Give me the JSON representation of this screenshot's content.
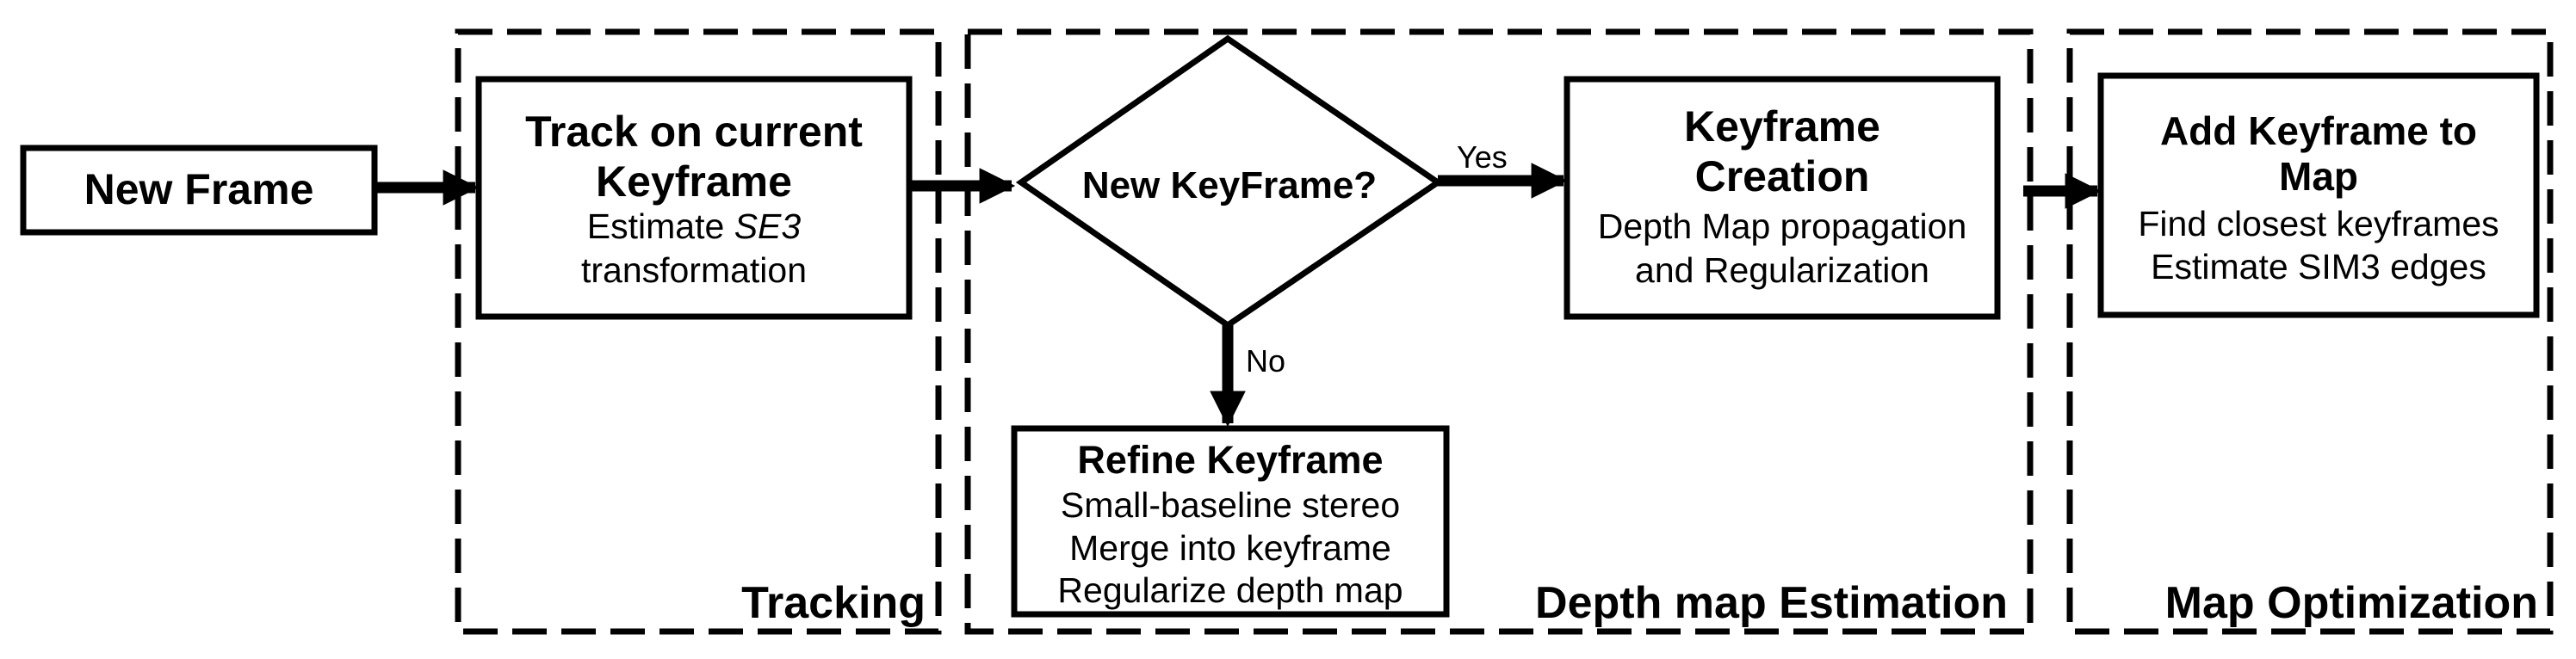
{
  "sections": {
    "tracking": "Tracking",
    "depth": "Depth map Estimation",
    "mapopt": "Map Optimization"
  },
  "nodes": {
    "new_frame": {
      "title": "New Frame"
    },
    "track": {
      "title_line1": "Track on current",
      "title_line2": "Keyframe",
      "line1_prefix": "Estimate ",
      "line1_italic": "SE3",
      "line2": "transformation"
    },
    "decision": {
      "title": "New KeyFrame?"
    },
    "creation": {
      "title_line1": "Keyframe",
      "title_line2": "Creation",
      "line1": "Depth Map propagation",
      "line2": "and Regularization"
    },
    "refine": {
      "title": "Refine Keyframe",
      "line1": "Small-baseline stereo",
      "line2": "Merge into keyframe",
      "line3": "Regularize depth map"
    },
    "add": {
      "title_line1": "Add Keyframe to",
      "title_line2": "Map",
      "line1": "Find closest keyframes",
      "line2": "Estimate SIM3 edges"
    }
  },
  "edges": {
    "yes": "Yes",
    "no": "No"
  }
}
